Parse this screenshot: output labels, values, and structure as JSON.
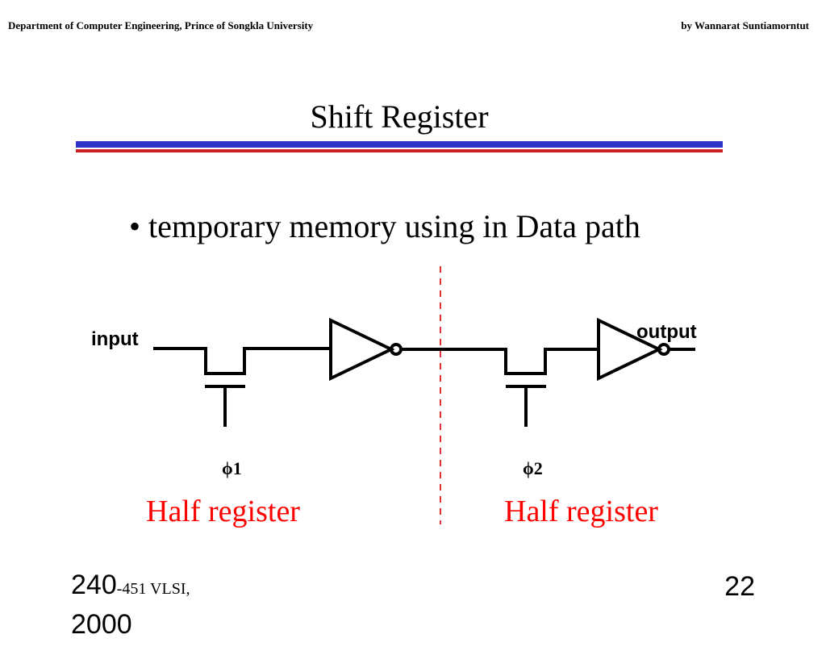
{
  "header": {
    "left": "Department of Computer Engineering, Prince of Songkla University",
    "right": "by Wannarat Suntiamorntut"
  },
  "title": "Shift Register",
  "colors": {
    "rule_blue": "#2b35c7",
    "rule_red": "#cc1f1f",
    "divider_red": "#e03030",
    "caption_red": "#ff0000",
    "wire": "#000000"
  },
  "bullet": "• temporary memory using in Data path",
  "diagram": {
    "input_label": "input",
    "output_label": "output",
    "clock1_label": "ϕ1",
    "clock2_label": "ϕ2",
    "caption_left": "Half register",
    "caption_right": "Half register"
  },
  "footer": {
    "course_number": "240",
    "course_suffix": "-451  VLSI,",
    "year": "2000",
    "page": "22"
  }
}
